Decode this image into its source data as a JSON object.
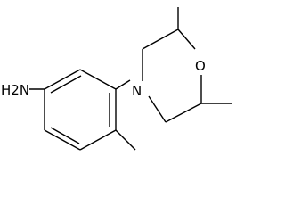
{
  "molecule": {
    "atom_labels": {
      "amine": "H2N",
      "ring_nitrogen": "N",
      "ring_oxygen": "O"
    },
    "colors": {
      "bond": "#000000",
      "label": "#000000",
      "background": "#ffffff"
    }
  }
}
